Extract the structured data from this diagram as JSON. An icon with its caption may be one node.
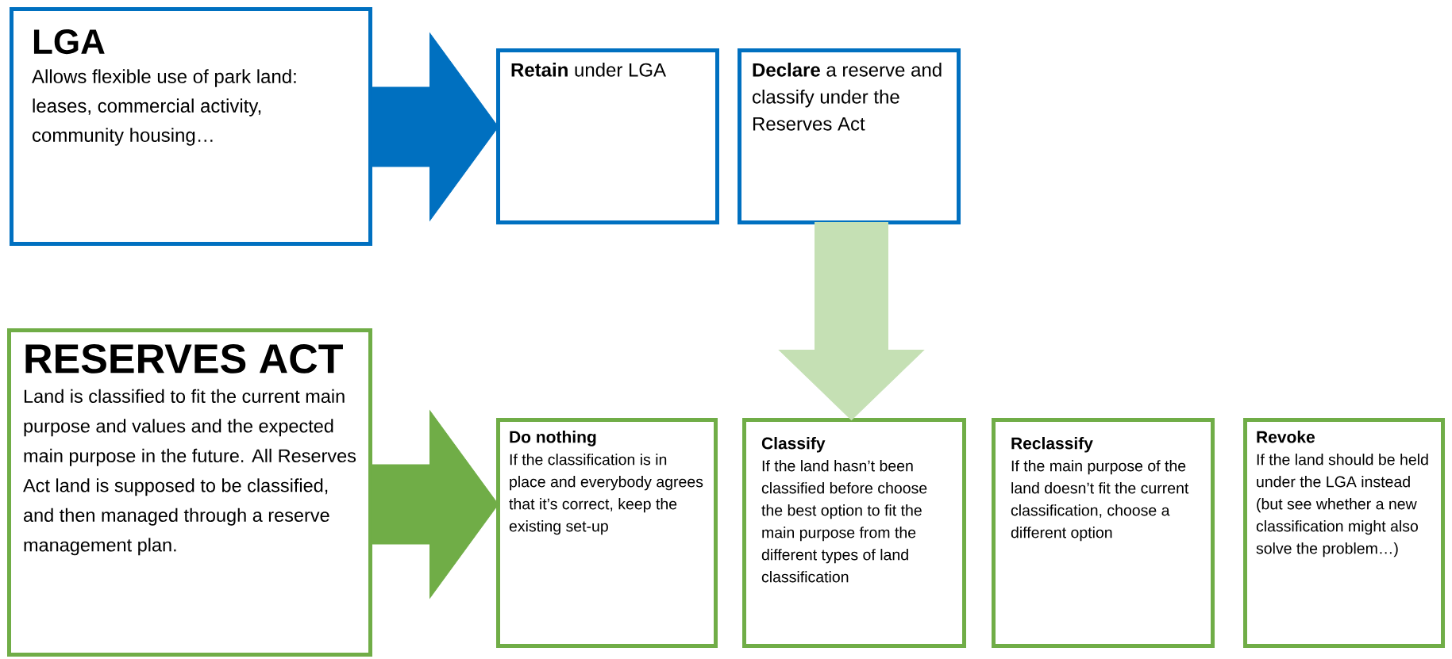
{
  "diagram": {
    "nodes": [
      {
        "text": [
          "LGA",
          "Allows flexible use of park land: leases, commercial activity, community housing…"
        ]
      },
      {
        "text": [
          "**Retain** under LGA"
        ]
      },
      {
        "text": [
          "**Declare** a reserve and classify under the Reserves Act"
        ]
      },
      {
        "text": [
          "RESERVES ACT",
          "Land is classified to fit the current main purpose and values and the expected main purpose in the future. All Reserves Act land is supposed to be classified, and then managed through a reserve management plan."
        ]
      },
      {
        "text": [
          "Do nothing",
          "If the classification is in place and everybody agrees that it’s correct, keep the existing set-up"
        ]
      },
      {
        "text": [
          "Classify",
          "If the land hasn’t been classified before choose the best option to fit the main purpose from the different types of land classification"
        ]
      },
      {
        "text": [
          "Reclassify",
          "If the main purpose of the land doesn’t fit the current classification, choose a different option"
        ]
      },
      {
        "text": [
          "Revoke",
          "If the land should be held under the LGA instead (but see whether a new classification might also solve the problem…)"
        ]
      }
    ],
    "edges": [
      {
        "from": 0,
        "to": 1,
        "arrow": "to",
        "color": "#0070c0"
      },
      {
        "from": 2,
        "to": 5,
        "arrow": "to",
        "color": "#c5e0b4"
      },
      {
        "from": 3,
        "to": 4,
        "arrow": "to",
        "color": "#70ad47"
      }
    ]
  }
}
